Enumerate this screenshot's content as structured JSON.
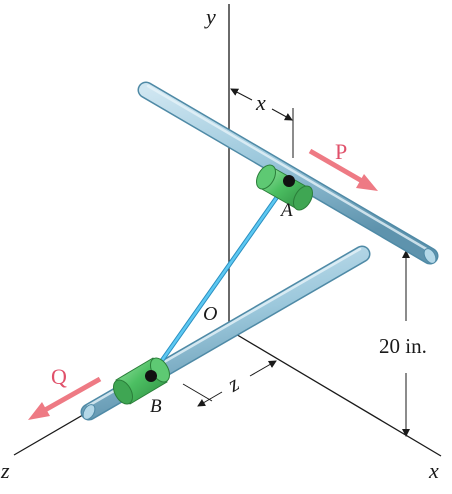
{
  "labels": {
    "axis_y": "y",
    "axis_x": "x",
    "axis_z": "z",
    "origin": "O",
    "collar_a": "A",
    "collar_b": "B",
    "force_p": "P",
    "force_q": "Q",
    "dim_x": "x",
    "dim_z": "z",
    "dim_height": "20 in."
  },
  "colors": {
    "axis": "#1a1a1a",
    "rod": "#9cc8dc",
    "rod_dark": "#5e93ad",
    "collar": "#4cbf62",
    "collar_dark": "#2d8a40",
    "link": "#3db2e4",
    "force_arrow": "#ee7a84",
    "dimension": "#1a1a1a"
  }
}
